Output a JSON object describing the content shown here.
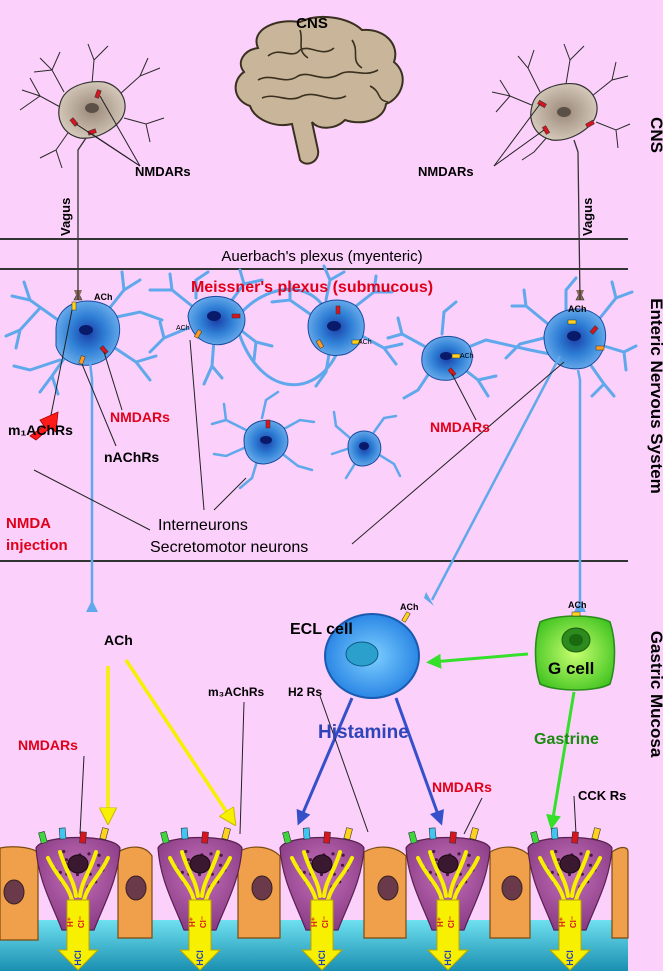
{
  "sections": {
    "cns_side": "CNS",
    "ens_side": "Enteric Nervous System",
    "mucosa_side": "Gastric Mucosa"
  },
  "cns": {
    "brain_label": "CNS",
    "nmdars_left": "NMDARs",
    "nmdars_right": "NMDARs",
    "vagus_left": "Vagus",
    "vagus_right": "Vagus"
  },
  "ens": {
    "auerbach": "Auerbach's plexus (myenteric)",
    "meissner": "Meissner's plexus (submucous)",
    "ach_left": "ACh",
    "ach_right": "ACh",
    "ach_small_1": "ACh",
    "ach_small_2": "ACh",
    "ach_small_3": "ACh",
    "m1achrs": "m₁AChRs",
    "nachrs": "nAChRs",
    "nmdars_left": "NMDARs",
    "nmdars_right": "NMDARs",
    "nmda_injection_1": "NMDA",
    "nmda_injection_2": "injection",
    "interneurons": "Interneurons",
    "secretomotor": "Secretomotor neurons"
  },
  "mucosa": {
    "ach_main": "ACh",
    "ach_ecl": "ACh",
    "ach_g": "ACh",
    "ecl_cell": "ECL cell",
    "g_cell": "G cell",
    "histamine": "Histamine",
    "gastrine": "Gastrine",
    "h2rs": "H2 Rs",
    "m3achrs": "m₃AChRs",
    "nmdars_left": "NMDARs",
    "nmdars_mid": "NMDARs",
    "cckrs": "CCK Rs",
    "hcl": "HCl",
    "h_plus": "H⁺",
    "cl_minus": "Cl⁻"
  },
  "colors": {
    "background": "#fbd0fb",
    "neuron_blue": "#2f7fd6",
    "ach_yellow": "#f7f000",
    "gastrine_green": "#34e02a",
    "histamine_blue": "#2f44b8",
    "nmdar_red": "#ff1a1a",
    "receptor_red": "#d8141e",
    "receptor_yellow": "#ffd21e",
    "receptor_green": "#3ed63e",
    "receptor_cyan": "#3fc6f2",
    "receptor_orange": "#ff9a1e"
  }
}
